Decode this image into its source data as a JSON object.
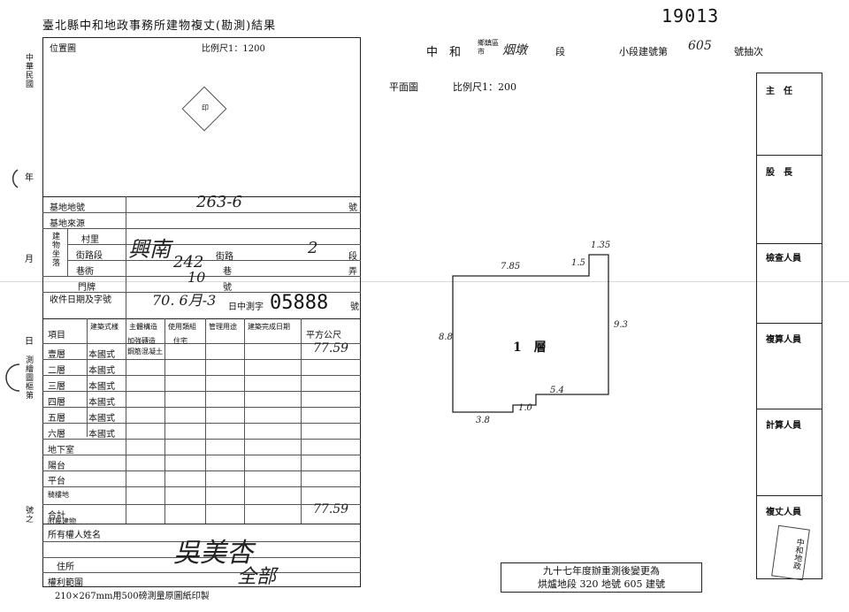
{
  "document": {
    "serial_number": "19013",
    "title": "臺北縣中和地政事務所建物複丈(勘測)結果",
    "margin_labels": {
      "era": "中華民國",
      "year": "年",
      "month": "月",
      "day": "日",
      "survey_office": "測繪圖樞第",
      "number": "號之"
    }
  },
  "left_form": {
    "location_map_label": "位置圖",
    "location_map_scale": "比例尺1：1200",
    "rows": {
      "base_land_number_label": "基地地號",
      "base_land_number_value": "263-6",
      "base_land_number_suffix": "號",
      "base_source_label": "基地來源",
      "address_group_label": "建物坐落",
      "village_label": "村里",
      "street_label": "街路段",
      "street_value": "興南",
      "street_road_label": "街路",
      "street_section_value": "2",
      "street_section_label": "段",
      "lane_label": "巷衖",
      "lane_value": "242",
      "lane_suffix": "巷",
      "alley_suffix": "弄",
      "door_label": "門牌",
      "door_value": "10",
      "door_suffix": "號",
      "receipt_label": "收件日期及字號",
      "receipt_date": "70. 6月-3",
      "receipt_prefix": "日中測字",
      "receipt_number": "05888",
      "receipt_suffix": "號"
    },
    "table_headers": {
      "item": "項目",
      "building_style": "建築式樣",
      "main_structure": "主體構造",
      "usage": "使用類組",
      "mgmt_usage": "管理用途",
      "completion_date": "建築完成日期",
      "area": "平方公尺"
    },
    "structure_values": {
      "main_structure": "加強磚造",
      "usage": "住宅",
      "concrete_note": "鋼筋混凝土"
    },
    "floors": [
      {
        "label": "壹層",
        "style": "本國式",
        "area": "77.59"
      },
      {
        "label": "二層",
        "style": "本國式",
        "area": ""
      },
      {
        "label": "三層",
        "style": "本國式",
        "area": ""
      },
      {
        "label": "四層",
        "style": "本國式",
        "area": ""
      },
      {
        "label": "五層",
        "style": "本國式",
        "area": ""
      },
      {
        "label": "六層",
        "style": "本國式",
        "area": ""
      }
    ],
    "other_rows": {
      "basement": "地下室",
      "balcony": "陽台",
      "platform": "平台",
      "platform_note": "騎樓地",
      "total_label": "合計",
      "total_value": "77.59",
      "attached_note": "附屬建物",
      "owner_label": "所有權人姓名",
      "owner_value": "吳美杏",
      "address_label": "住所",
      "rights_label": "權利範圍",
      "rights_value": "全部"
    },
    "footer": "210×267mm用500磅測量原圖紙印製",
    "map_stamp": "印"
  },
  "plan": {
    "district_header": "中　和",
    "district_type": "鄉鎮區市",
    "section_value": "烟墩",
    "section_label": "段",
    "subsection_label": "小段建號第",
    "subsection_value": "605",
    "page_label": "號抽次",
    "plan_label": "平面圖",
    "plan_scale": "比例尺1：200",
    "floor_label": "1　層",
    "dimensions": {
      "top_left": "7.85",
      "top_right": "1.35",
      "step": "1.5",
      "left": "8.8",
      "right": "9.3",
      "bottom": "5.4",
      "notch": "1.0",
      "bottom_left": "3.8"
    },
    "note_line1": "九十七年度辦重測後變更為",
    "note_line2": "烘爐地段 320 地號 605 建號"
  },
  "sign_column": {
    "chief": "主　任",
    "section_chief": "股　長",
    "inspector": "檢查人員",
    "reviewer": "複算人員",
    "calculator": "計算人員",
    "surveyor": "複丈人員",
    "stamp": "中和地政"
  }
}
